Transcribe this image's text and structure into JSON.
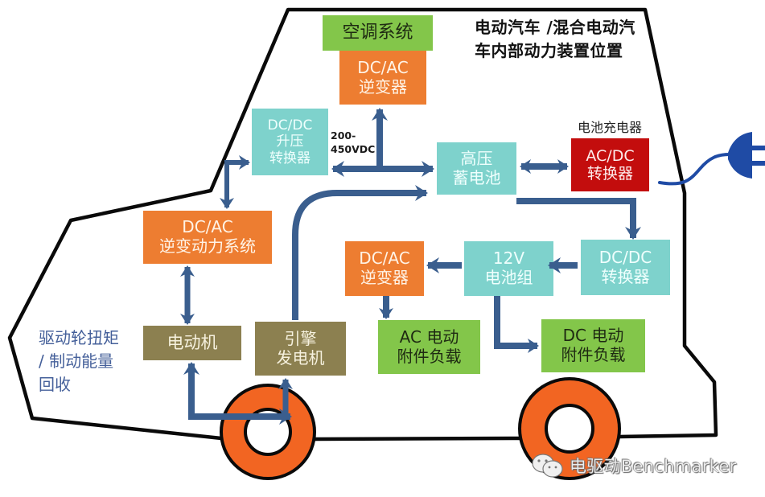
{
  "title": {
    "line1": "电动汽车 /混合电动汽",
    "line2": "车内部动力装置位置"
  },
  "components": {
    "ac_system": {
      "label": "空调系统"
    },
    "ac_inverter_top": {
      "line1": "DC/AC",
      "line2": "逆变器"
    },
    "boost_converter": {
      "line1": "DC/DC",
      "line2": "升压",
      "line3": "转换器"
    },
    "voltage_label": {
      "line1": "200-",
      "line2": "450VDC"
    },
    "hv_battery": {
      "line1": "高压",
      "line2": "蓄电池"
    },
    "charger_label": "电池充电器",
    "acdc_converter": {
      "line1": "AC/DC",
      "line2": "转换器"
    },
    "drive_inverter": {
      "line1": "DC/AC",
      "line2": "逆变动力系统"
    },
    "motor": {
      "label": "电动机"
    },
    "engine_generator": {
      "line1": "引擎",
      "line2": "发电机"
    },
    "aux_inverter": {
      "line1": "DC/AC",
      "line2": "逆变器"
    },
    "battery_12v": {
      "line1": "12V",
      "line2": "电池组"
    },
    "dcdc_converter": {
      "line1": "DC/DC",
      "line2": "转换器"
    },
    "ac_load": {
      "line1": "AC 电动",
      "line2": "附件负载"
    },
    "dc_load": {
      "line1": "DC 电动",
      "line2": "附件负载"
    }
  },
  "side_note": {
    "line1": "驱动轮扭矩",
    "line2": "/  制动能量",
    "line3": "回收"
  },
  "icons": {
    "plug": "power-plug-icon",
    "watermark": "wechat-icon"
  },
  "watermark": {
    "text": "电驱动Benchmarker"
  },
  "colors": {
    "orange_box": "#ED7D31",
    "teal_box": "#7ED2CC",
    "green_box": "#83C64A",
    "olive_box": "#8C8050",
    "red_box": "#C30D0D",
    "arrow": "#3A5E8E",
    "wheel": "#F26522",
    "plug": "#1F4BA5",
    "side_note_text": "#45609A"
  }
}
